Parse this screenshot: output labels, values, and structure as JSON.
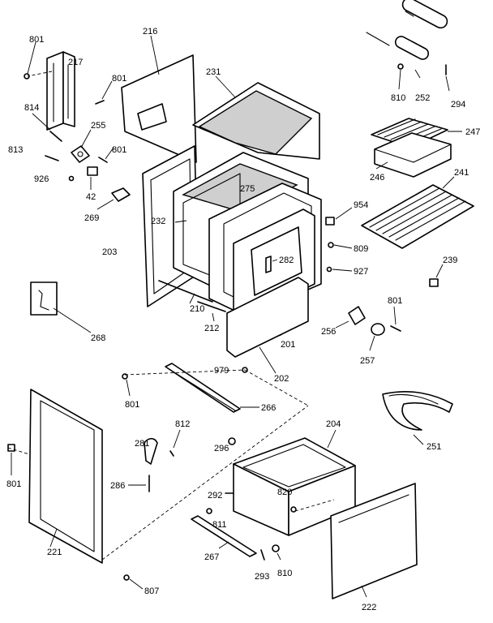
{
  "callouts": {
    "c801a": "801",
    "c217": "217",
    "c216": "216",
    "c801b": "801",
    "c231": "231",
    "c814": "814",
    "c255": "255",
    "c813": "813",
    "c801c": "801",
    "c926": "926",
    "c42": "42",
    "c269": "269",
    "c232": "232",
    "c203": "203",
    "c275": "275",
    "c954": "954",
    "c809": "809",
    "c282": "282",
    "c927": "927",
    "c210": "210",
    "c212": "212",
    "c268": "268",
    "c201": "201",
    "c979": "979",
    "c202": "202",
    "c801d": "801",
    "c256": "256",
    "c257": "257",
    "c801e": "801",
    "c266": "266",
    "c810a": "810",
    "c252": "252",
    "c294": "294",
    "c247": "247",
    "c246": "246",
    "c241": "241",
    "c239": "239",
    "c251": "251",
    "c204": "204",
    "c801f": "801",
    "c281": "281",
    "c812": "812",
    "c296": "296",
    "c286": "286",
    "c292": "292",
    "c820": "820",
    "c811": "811",
    "c221": "221",
    "c267": "267",
    "c810b": "810",
    "c293": "293",
    "c222": "222",
    "c807": "807"
  }
}
